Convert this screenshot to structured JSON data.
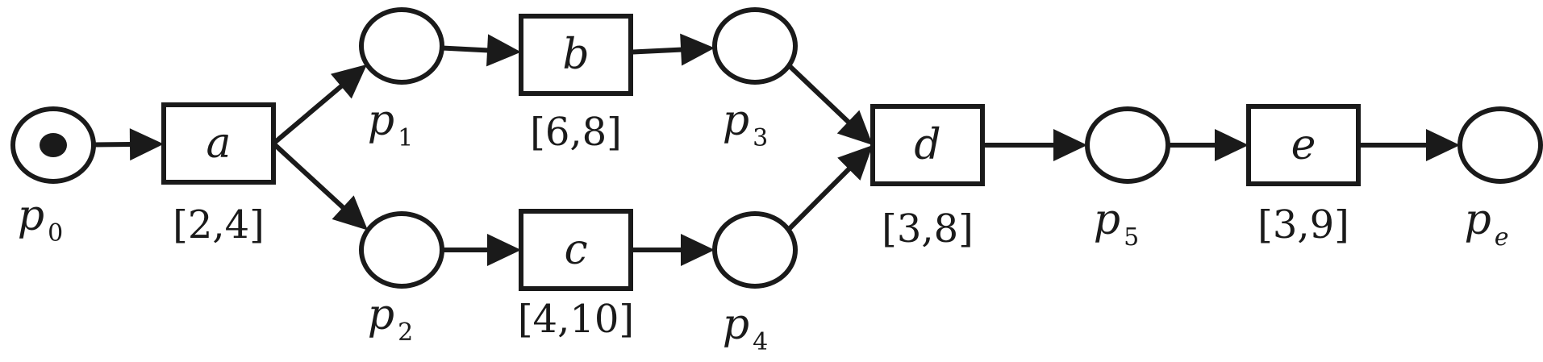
{
  "places": [
    {
      "id": "p0",
      "name": "p",
      "sub": "0",
      "marked": true
    },
    {
      "id": "p1",
      "name": "p",
      "sub": "1",
      "marked": false
    },
    {
      "id": "p2",
      "name": "p",
      "sub": "2",
      "marked": false
    },
    {
      "id": "p3",
      "name": "p",
      "sub": "3",
      "marked": false
    },
    {
      "id": "p4",
      "name": "p",
      "sub": "4",
      "marked": false
    },
    {
      "id": "p5",
      "name": "p",
      "sub": "5",
      "marked": false
    },
    {
      "id": "pe",
      "name": "p",
      "sub": "e",
      "marked": false
    }
  ],
  "transitions": [
    {
      "id": "a",
      "label": "a",
      "interval": "[2,4]"
    },
    {
      "id": "b",
      "label": "b",
      "interval": "[6,8]"
    },
    {
      "id": "c",
      "label": "c",
      "interval": "[4,10]"
    },
    {
      "id": "d",
      "label": "d",
      "interval": "[3,8]"
    },
    {
      "id": "e",
      "label": "e",
      "interval": "[3,9]"
    }
  ],
  "arcs": [
    [
      "p0",
      "a"
    ],
    [
      "a",
      "p1"
    ],
    [
      "a",
      "p2"
    ],
    [
      "p1",
      "b"
    ],
    [
      "p2",
      "c"
    ],
    [
      "b",
      "p3"
    ],
    [
      "c",
      "p4"
    ],
    [
      "p3",
      "d"
    ],
    [
      "p4",
      "d"
    ],
    [
      "d",
      "p5"
    ],
    [
      "p5",
      "e"
    ],
    [
      "e",
      "pe"
    ]
  ],
  "colors": {
    "stroke": "#1a1a1a",
    "background": "#ffffff"
  }
}
